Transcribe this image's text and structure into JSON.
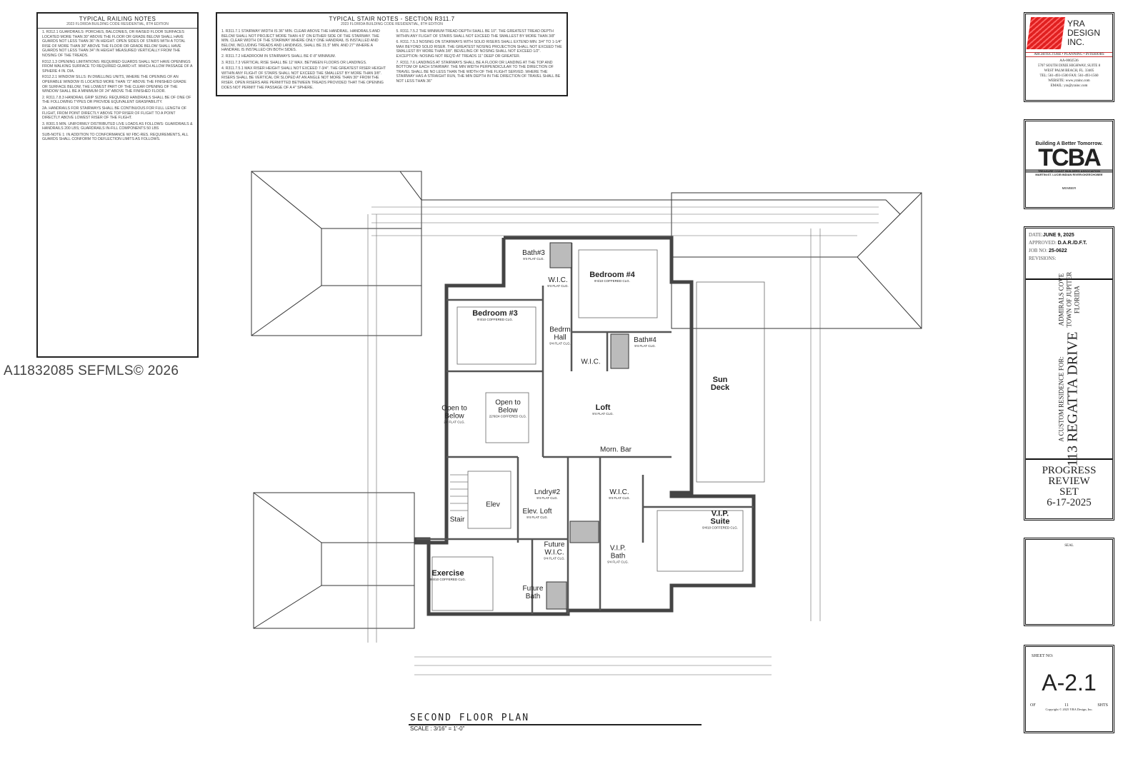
{
  "watermark": "A11832085  SEFMLS© 2026",
  "railing_notes": {
    "title": "TYPICAL RAILING NOTES",
    "subtitle": "2023 FLORIDA BUILDING CODE RESIDENTIAL, 8TH EDITION",
    "items": [
      "1. R312.1 GUARDRAILS: PORCHES, BALCONIES, OR RAISED FLOOR SURFACES LOCATED MORE THAN 30\" ABOVE THE FLOOR OR GRADE BELOW SHALL HAVE GUARDS NOT LESS THAN 36\" IN HEIGHT. OPEN SIDES OF STAIRS WITH A TOTAL RISE OF MORE THAN 30\" ABOVE THE FLOOR OR GRADE BELOW SHALL HAVE GUARDS NOT LESS THAN 34\" IN HEIGHT MEASURED VERTICALLY FROM THE NOSING OF THE TREADS.",
      "R312.1.3 OPENING LIMITATIONS: REQUIRED GUARDS SHALL NOT HAVE OPENINGS FROM WALKING SURFACE TO REQUIRED GUARD HT. WHICH ALLOW PASSAGE OF A SPHERE 4 IN. DIA.",
      "R312.2.1 WINDOW SILLS: IN DWELLING UNITS, WHERE THE OPENING OF AN OPERABLE WINDOW IS LOCATED MORE THAN 72\" ABOVE THE FINISHED GRADE OR SURFACE BELOW, THE LOWEST PART OF THE CLEAR OPENING OF THE WINDOW SHALL BE A MINIMUM OF 24\" ABOVE THE FINISHED FLOOR.",
      "2. R311.7.8.3 HANDRAIL GRIP SIZING: REQUIRED HANDRAILS SHALL BE OF ONE OF THE FOLLOWING TYPES OR PROVIDE EQUIVALENT GRASPABILITY.",
      "2A. HANDRAILS FOR STAIRWAYS SHALL BE CONTINUOUS FOR FULL LENGTH OF FLIGHT, FROM POINT DIRECTLY ABOVE TOP RISER OF FLIGHT TO A POINT DIRECTLY ABOVE LOWEST RISER OF THE FLIGHT.",
      "3. R301.5 MIN. UNIFORMLY DISTRIBUTED LIVE LOADS AS FOLLOWS: GUARDRAILS & HANDRAILS 200 LBS; GUARDRAILS IN-FILL COMPONENTS 50 LBS",
      "SUB-NOTE 1: IN ADDITION TO CONFORMANCE W/ FBC-RES. REQUIREMENTS, ALL GUARDS SHALL CONFORM TO DEFLECTION LIMITS AS FOLLOWS."
    ]
  },
  "stair_notes": {
    "title": "TYPICAL STAIR NOTES - SECTION R311.7",
    "subtitle": "2023 FLORIDA BUILDING CODE RESIDENTIAL, 8TH EDITION",
    "left": [
      "1. R311.7.1 STAIRWAY WIDTH IS 36\" MIN. CLEAR ABOVE THE HANDRAIL. HANDRAILS AND BELOW SHALL NOT PROJECT MORE THAN 4.5\" ON EITHER SIDE OF THE STAIRWAY. THE MIN. CLEAR WIDTH OF THE STAIRWAY WHERE ONLY ONE HANDRAIL IS INSTALLED AND BELOW, INCLUDING TREADS AND LANDINGS, SHALL BE 31.5\" MIN. AND 27\" WHERE A HANDRAIL IS INSTALLED ON BOTH SIDES.",
      "2. R311.7.2 HEADROOM IN STAIRWAYS SHALL BE 6'-8\" MINIMUM.",
      "3. R311.7.3 VERTICAL RISE SHALL BE 12' MAX. BETWEEN FLOORS OR LANDINGS.",
      "4. R311.7.5.1 MAX RISER HEIGHT SHALL NOT EXCEED 7-3/4\". THE GREATEST RISER HEIGHT WITHIN ANY FLIGHT OF STAIRS SHALL NOT EXCEED THE SMALLEST BY MORE THAN 3/8\". RISERS SHALL BE VERTICAL OR SLOPED AT AN ANGLE NOT MORE THAN 30° FROM THE RISER. OPEN RISERS ARE PERMITTED BETWEEN TREADS PROVIDED THAT THE OPENING DOES NOT PERMIT THE PASSAGE OF A 4\" SPHERE."
    ],
    "right": [
      "5. R311.7.5.2 THE MINIMUM TREAD DEPTH SHALL BE 10\". THE GREATEST TREAD DEPTH WITHIN ANY FLIGHT OF STAIRS SHALL NOT EXCEED THE SMALLEST BY MORE THAN 3/8\"",
      "6. R311.7.5.3 NOSING ON STAIRWAYS WITH SOLID RISERS SHALL EXTEND MIN. 3/4\" TO 1-1/4\" MAX BEYOND SOLID RISER. THE GREATEST NOSING PROJECTION SHALL NOT EXCEED THE SMALLEST BY MORE THAN 3/8\". BEVELING OF NOSING SHALL NOT EXCEED 1/2\". EXCEPTION: NOSING NOT REQ'D AT TREADS 11\" DEEP OR GREATER.",
      "7. R311.7.6 LANDINGS AT STAIRWAYS SHALL BE A FLOOR OR LANDING AT THE TOP AND BOTTOM OF EACH STAIRWAY. THE MIN WIDTH PERPENDICULAR TO THE DIRECTION OF TRAVEL SHALL BE NO LESS THAN THE WIDTH OF THE FLIGHT SERVED. WHERE THE STAIRWAY HAS A STRAIGHT RUN, THE MIN DEPTH IN THE DIRECTION OF TRAVEL SHALL BE NOT LESS THAN 36\""
    ]
  },
  "rooms": [
    {
      "label": "Bath#3",
      "sub": "9'4 FLAT CLG."
    },
    {
      "label": "Bedroom #4",
      "sub": "9'4/10 COFFERED CLG."
    },
    {
      "label": "W.I.C.",
      "sub": "9'4 FLAT CLG."
    },
    {
      "label": "Bedroom #3",
      "sub": "9'4/10 COFFERED CLG."
    },
    {
      "label": "Bedrm\nHall",
      "sub": "9'4 FLAT CLG."
    },
    {
      "label": "Bath#4",
      "sub": "9'4 FLAT CLG."
    },
    {
      "label": "W.I.C.",
      "sub": ""
    },
    {
      "label": "Sun\nDeck",
      "sub": ""
    },
    {
      "label": "Open to\nBelow",
      "sub": "24' FLAT CLG."
    },
    {
      "label": "Open to\nBelow",
      "sub": "22'6/24 COFFERED CLG."
    },
    {
      "label": "Loft",
      "sub": "9'4 FLAT CLG."
    },
    {
      "label": "Morn. Bar",
      "sub": ""
    },
    {
      "label": "Lndry#2",
      "sub": "9'4 FLAT CLG."
    },
    {
      "label": "W.I.C.",
      "sub": "9'4 FLAT CLG."
    },
    {
      "label": "Elev",
      "sub": ""
    },
    {
      "label": "Stair",
      "sub": ""
    },
    {
      "label": "Elev. Loft",
      "sub": "9'4 FLAT CLG."
    },
    {
      "label": "V.I.P.\nSuite",
      "sub": "9'4/10 COFFERED CLG."
    },
    {
      "label": "Future\nW.I.C.",
      "sub": "9'4 FLAT CLG."
    },
    {
      "label": "V.I.P.\nBath",
      "sub": "9'4 FLAT CLG."
    },
    {
      "label": "Exercise",
      "sub": "9'4/10 COFFERED CLG."
    },
    {
      "label": "Future\nBath",
      "sub": ""
    }
  ],
  "plan": {
    "title": "SECOND FLOOR PLAN",
    "scale": "SCALE : 3/16\" = 1'-0\""
  },
  "title_block": {
    "firm": {
      "name": "YRA DESIGN INC.",
      "tagline": "ARCHITECTURE • PLANNING • INTERIORS",
      "license": "AA-0002536",
      "address1": "5707 SOUTH DIXIE HIGHWAY, SUITE 8",
      "address2": "WEST PALM BEACH, FL. 33405",
      "phone": "TEL: 561-493-1500  FAX: 561-493-1560",
      "website": "WEBSITE: www.yrainc.com",
      "email": "EMAIL: yra@yrainc.com",
      "accent": "#e02020"
    },
    "tcba": {
      "slogan": "Building A Better Tomorrow.",
      "logo": "TCBA",
      "name": "TREASURE COAST BUILDERS ASSOCIATION",
      "counties": "MARTIN•ST. LUCIE•INDIAN RIVER•OKEECHOBEE",
      "member": "MEMBER"
    },
    "info": {
      "date_label": "DATE:",
      "date": "JUNE 9, 2025",
      "approved_label": "APPROVED:",
      "approved": "D.A.R./D.F.T.",
      "job_label": "JOB NO:",
      "job": "25-0622",
      "revisions_label": "REVISIONS:"
    },
    "project": {
      "prefix": "A CUSTOM RESIDENCE FOR:",
      "name": "113 REGATTA DRIVE",
      "line1": "ADMIRALS COVE",
      "line2": "TOWN OF JUPITER",
      "line3": "FLORIDA"
    },
    "status": {
      "l1": "PROGRESS",
      "l2": "REVIEW",
      "l3": "SET",
      "date": "6-17-2025"
    },
    "seal_label": "SEAL",
    "sheet": {
      "label": "SHEET NO:",
      "number": "A-2.1",
      "of_label": "OF",
      "total": "11",
      "sheets_label": "SHTS",
      "copyright": "Copyright © 2025 YRA Design, Inc."
    }
  }
}
